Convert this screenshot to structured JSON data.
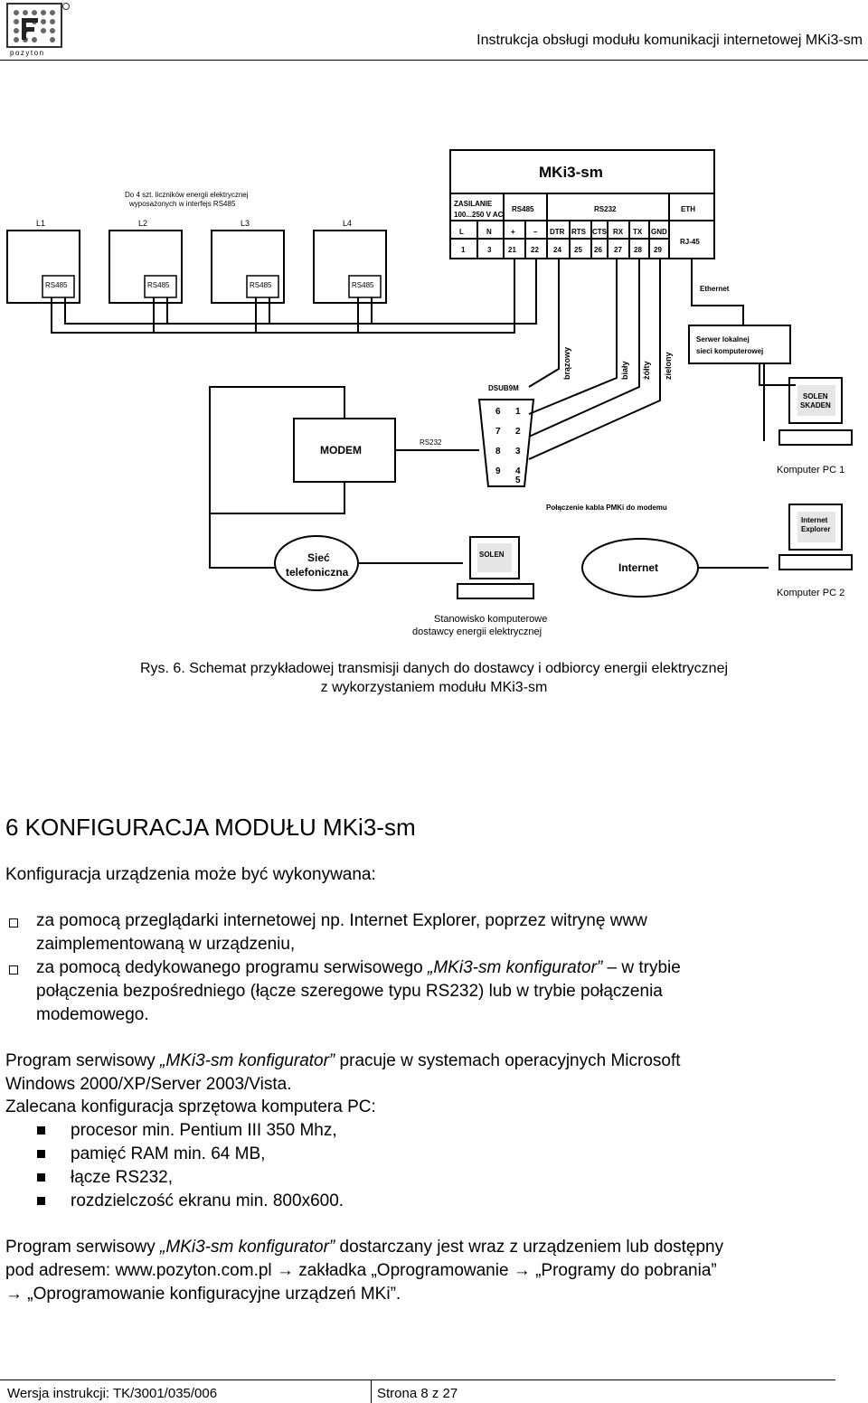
{
  "header": {
    "logo_text": "pozyton",
    "title": "Instrukcja obsługi modułu komunikacji internetowej MKi3-sm"
  },
  "diagram": {
    "module_title": "MKi3-sm",
    "zasilanie_1": "ZASILANIE",
    "zasilanie_2": "100...250 V AC",
    "rs485": "RS485",
    "rs232": "RS232",
    "eth": "ETH",
    "l": "L",
    "n": "N",
    "plus": "+",
    "minus": "–",
    "dtr": "DTR",
    "rts": "RTS",
    "cts": "CTS",
    "rx": "RX",
    "tx": "TX",
    "gnd": "GND",
    "t1": "1",
    "t3": "3",
    "t21": "21",
    "t22": "22",
    "t24": "24",
    "t25": "25",
    "t26": "26",
    "t27": "27",
    "t28": "28",
    "t29": "29",
    "rj45": "RJ-45",
    "meters_note_1": "Do 4 szt. liczników energii elektrycznej",
    "meters_note_2": "wyposażonych w interfejs RS485",
    "l1": "L1",
    "l2": "L2",
    "l3": "L3",
    "l4": "L4",
    "ethernet": "Ethernet",
    "server_1": "Serwer lokalnej",
    "server_2": "sieci komputerowej",
    "wire_brown": "brązowy",
    "wire_white": "biały",
    "wire_yellow": "żółty",
    "wire_green": "zielony",
    "dsub": "DSUB9M",
    "pin1": "1",
    "pin2": "2",
    "pin3": "3",
    "pin4": "4",
    "pin5": "5",
    "pin6": "6",
    "pin7": "7",
    "pin8": "8",
    "pin9": "9",
    "modem": "MODEM",
    "rs232_line": "RS232",
    "cable_label": "Połączenie kabla PMKi do modemu",
    "solen_skaden_1": "SOLEN",
    "solen_skaden_2": "SKADEN",
    "pc1": "Komputer PC 1",
    "ie_1": "Internet",
    "ie_2": "Explorer",
    "pc2": "Komputer PC 2",
    "phone_1": "Sieć",
    "phone_2": "telefoniczna",
    "internet": "Internet",
    "solen": "SOLEN",
    "station_1": "Stanowisko komputerowe",
    "station_2": "dostawcy energii elektrycznej"
  },
  "caption": {
    "line1": "Rys. 6. Schemat przykładowej transmisji danych do dostawcy i odbiorcy energii elektrycznej",
    "line2": "z wykorzystaniem modułu MKi3-sm"
  },
  "section": {
    "title": "6 KONFIGURACJA MODUŁU MKi3-sm",
    "intro": "Konfiguracja urządzenia może być wykonywana:",
    "b1_l1": "za pomocą przeglądarki internetowej np. Internet Explorer, poprzez witrynę www",
    "b1_l2": "zaimplementowaną w urządzeniu,",
    "b2_pre": "za pomocą dedykowanego programu serwisowego ",
    "b2_it": "„MKi3-sm konfigurator”",
    "b2_post": " – w trybie",
    "b2_l2": "połączenia bezpośredniego (łącze szeregowe typu RS232) lub w trybie połączenia",
    "b2_l3": "modemowego.",
    "p1_pre": "Program serwisowy ",
    "p1_it": "„MKi3-sm konfigurator”",
    "p1_post": " pracuje w systemach operacyjnych Microsoft",
    "p1_l2": "Windows 2000/XP/Server 2003/Vista.",
    "req_title": "Zalecana konfiguracja sprzętowa komputera PC:",
    "req1": "procesor min. Pentium III 350 Mhz,",
    "req2": "pamięć RAM min. 64 MB,",
    "req3": "łącze RS232,",
    "req4": "rozdzielczość ekranu min. 800x600.",
    "p2_pre": "Program serwisowy ",
    "p2_it": "„MKi3-sm konfigurator”",
    "p2_post": " dostarczany jest wraz z urządzeniem lub dostępny",
    "p2_l2": "pod adresem: www.pozyton.com.pl → zakładka „Oprogramowanie → „Programy do pobrania”",
    "p2_l3": "→ „Oprogramowanie konfiguracyjne urządzeń MKi”."
  },
  "footer": {
    "version": "Wersja instrukcji: TK/3001/035/006",
    "page": "Strona 8 z 27"
  }
}
